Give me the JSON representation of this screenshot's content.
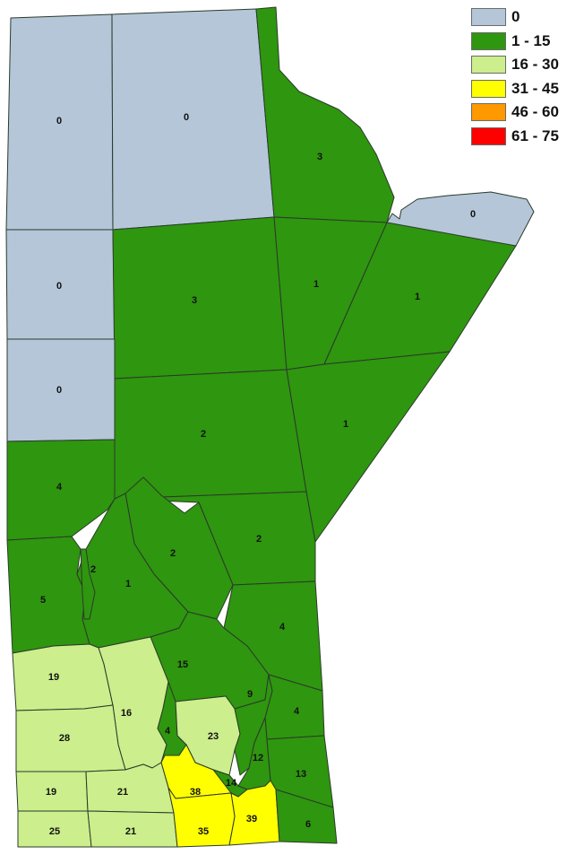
{
  "legend": {
    "items": [
      {
        "label": "0",
        "color": "#b4c6d8"
      },
      {
        "label": "1 - 15",
        "color": "#2f960f"
      },
      {
        "label": "16 - 30",
        "color": "#ccee8c"
      },
      {
        "label": "31 - 45",
        "color": "#ffff00"
      },
      {
        "label": "46 - 60",
        "color": "#ff9900"
      },
      {
        "label": "61 - 75",
        "color": "#ff0000"
      }
    ]
  },
  "colors": {
    "zero": "#b4c6d8",
    "low": "#2f960f",
    "mid": "#ccee8c",
    "high": "#ffff00",
    "border": "#2b3a2b"
  },
  "regions": {
    "nw": "0",
    "n_center": "0",
    "ne_coast": "3",
    "ne_point": "0",
    "w_mid1": "0",
    "center_upper": "3",
    "east_upper_mid": "1",
    "east_upper": "1",
    "w_mid2": "0",
    "center": "2",
    "east_center": "1",
    "west_4": "4",
    "center_lower": "2",
    "lake_2": "2",
    "sw_5": "5",
    "inter_1": "1",
    "inter_2": "2",
    "east_4a": "4",
    "south_15": "15",
    "sw_19a": "19",
    "sw_16": "16",
    "sw_4": "4",
    "pink_23": "23",
    "s_9": "9",
    "se_4": "4",
    "sw_28": "28",
    "se_12": "12",
    "se_13": "13",
    "s_38": "38",
    "s_14": "14",
    "sw_19b": "19",
    "sw_21a": "21",
    "s_39": "39",
    "sw_25": "25",
    "sw_21b": "21",
    "s_35": "35",
    "se_6": "6"
  }
}
